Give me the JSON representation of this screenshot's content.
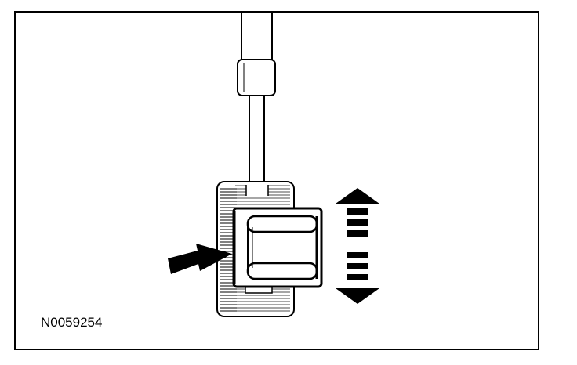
{
  "figure": {
    "id_label": "N0059254",
    "colors": {
      "line": "#000000",
      "background": "#ffffff"
    }
  },
  "callouts": {
    "pointer_arrow": "solid-black-arrow-pointing-right",
    "motion_indicator": "dashed-double-headed-vertical-arrow"
  }
}
